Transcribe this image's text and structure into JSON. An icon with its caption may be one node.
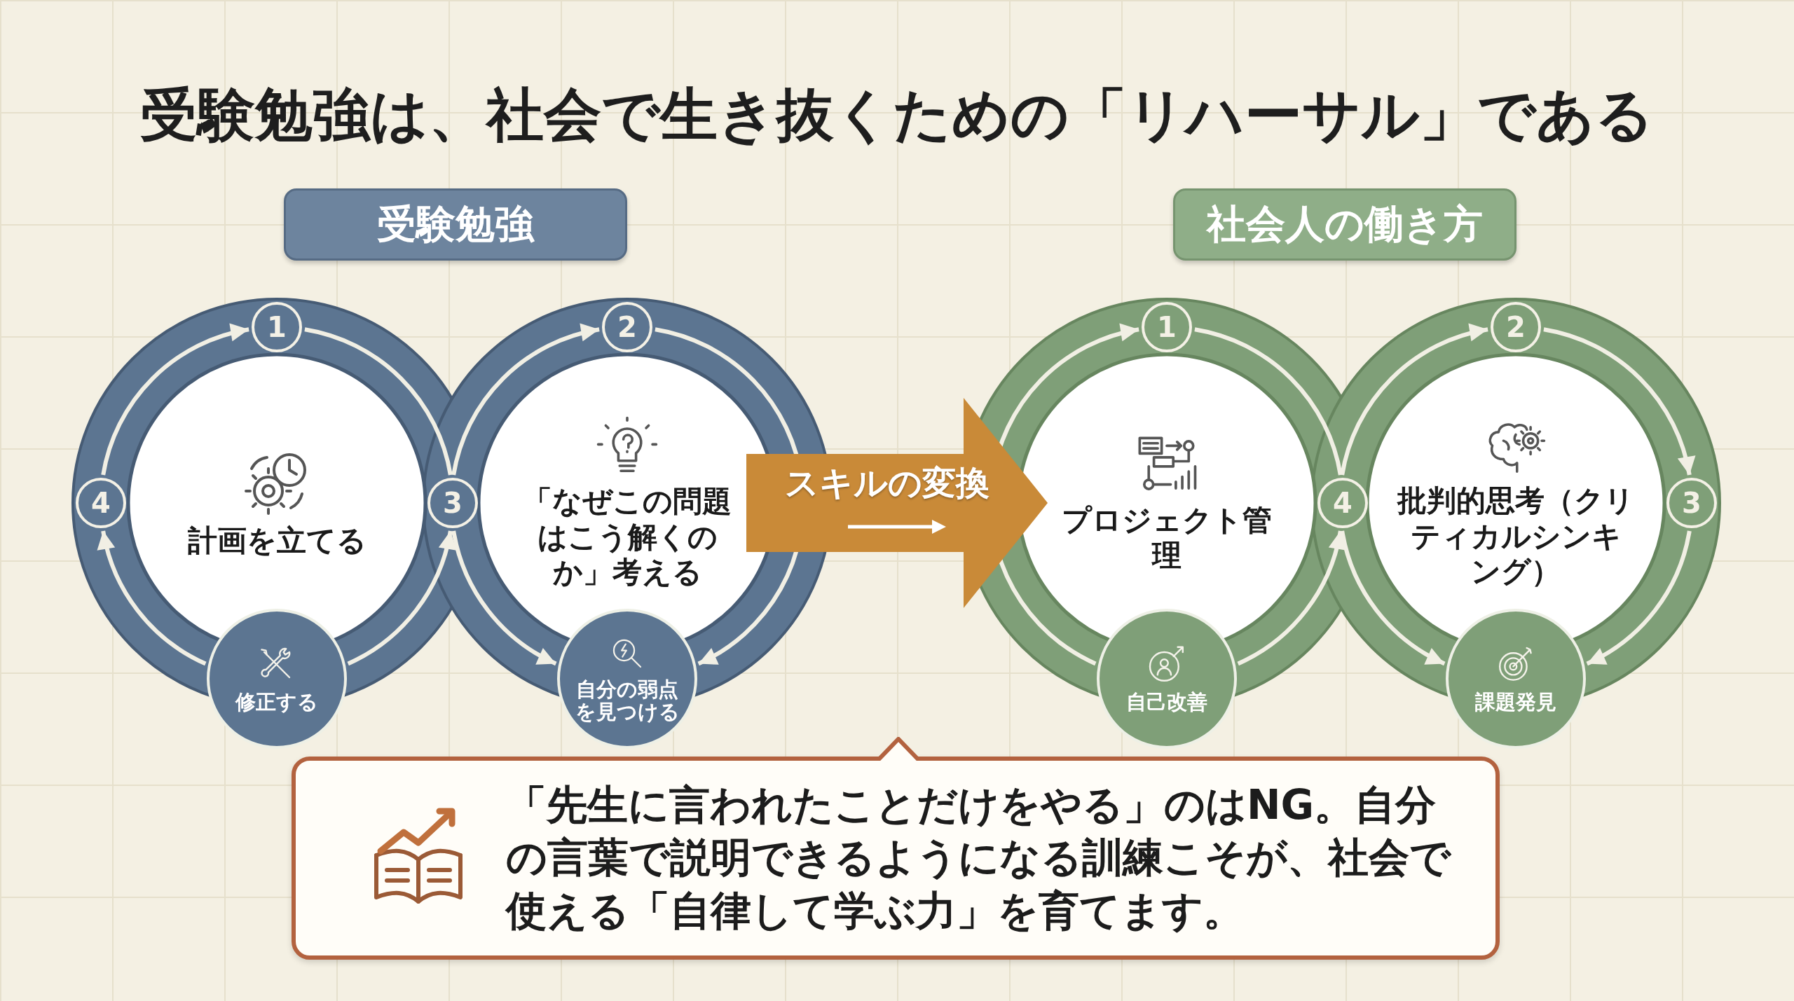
{
  "diagram": {
    "title": "受験勉強は、社会で生き抜くための「リハーサル」である",
    "nodes": [
      {
        "text": [
          "受験勉強"
        ]
      },
      {
        "text": [
          "社会人の働き方"
        ]
      },
      {
        "text": [
          "計画を立てる"
        ]
      },
      {
        "text": [
          "1"
        ]
      },
      {
        "text": [
          "4"
        ]
      },
      {
        "text": [
          "3"
        ]
      },
      {
        "text": [
          "修正する"
        ]
      },
      {
        "text": [
          "「なぜこの問題はこう解くのか」考える"
        ]
      },
      {
        "text": [
          "2"
        ]
      },
      {
        "text": [
          "自分の弱点を見つける"
        ]
      },
      {
        "text": [
          "プロジェクト管理"
        ]
      },
      {
        "text": [
          "1"
        ]
      },
      {
        "text": [
          "4"
        ]
      },
      {
        "text": [
          "自己改善"
        ]
      },
      {
        "text": [
          "批判的思考（クリティカルシンキング）"
        ]
      },
      {
        "text": [
          "2"
        ]
      },
      {
        "text": [
          "3"
        ]
      },
      {
        "text": [
          "課題発見"
        ]
      },
      {
        "text": [
          "「先生に言われたことだけをやる」のはNG。自分の言葉で説明できるようになる訓練こそが、社会で使える「自律して学ぶ力」を育てます。"
        ]
      }
    ],
    "edges": [
      {
        "from": 4,
        "to": 3,
        "arrow": "to"
      },
      {
        "from": 6,
        "to": 4,
        "arrow": "to"
      },
      {
        "from": 3,
        "to": 5,
        "arrow": "none"
      },
      {
        "from": 6,
        "to": 5,
        "arrow": "to"
      },
      {
        "from": 5,
        "to": 8,
        "arrow": "to"
      },
      {
        "from": 8,
        "to": 9,
        "arrow": "to"
      },
      {
        "from": 5,
        "to": 9,
        "arrow": "to"
      },
      {
        "from": 7,
        "to": 10,
        "arrow": "to",
        "label": "スキルの変換",
        "style": "thick",
        "color": "#c98a38"
      },
      {
        "from": 13,
        "to": 11,
        "arrow": "to"
      },
      {
        "from": 11,
        "to": 12,
        "arrow": "none"
      },
      {
        "from": 13,
        "to": 12,
        "arrow": "to"
      },
      {
        "from": 12,
        "to": 17,
        "arrow": "to"
      },
      {
        "from": 12,
        "to": 15,
        "arrow": "to"
      },
      {
        "from": 15,
        "to": 16,
        "arrow": "to"
      },
      {
        "from": 16,
        "to": 17,
        "arrow": "to"
      }
    ]
  }
}
